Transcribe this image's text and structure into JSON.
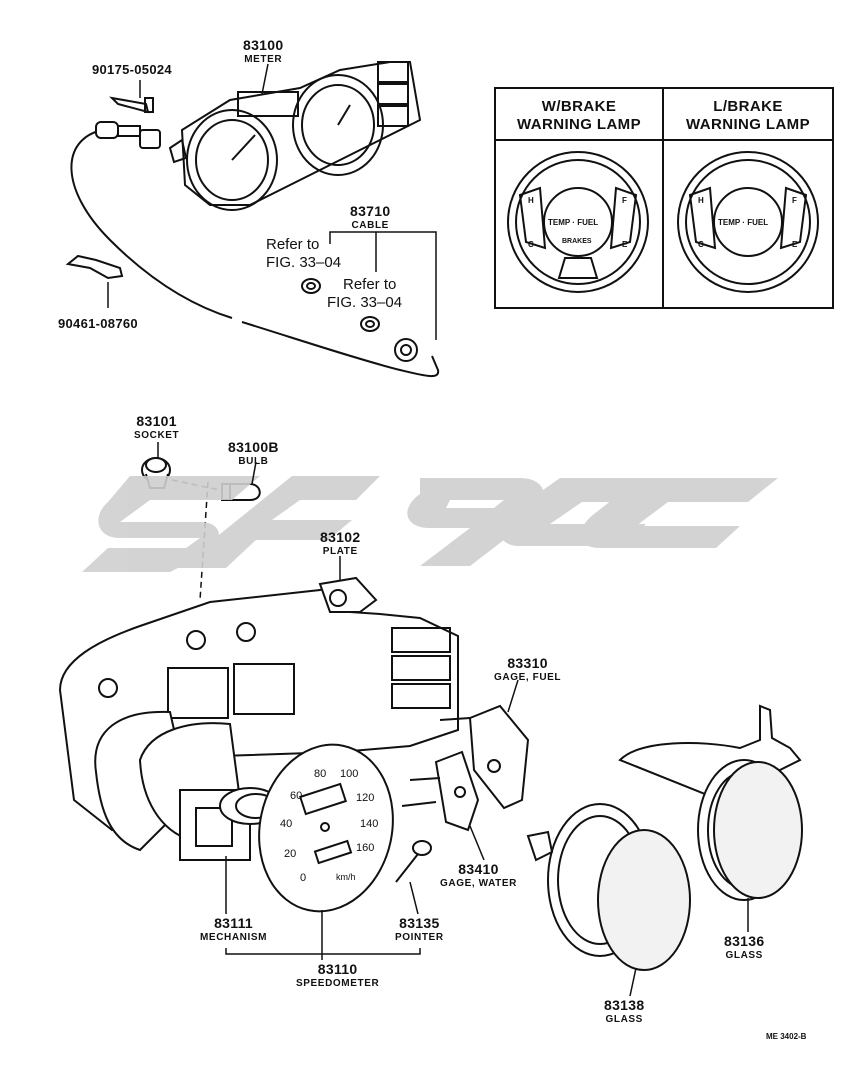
{
  "parts": {
    "meter": {
      "number": "83100",
      "name": "METER"
    },
    "bolt": {
      "number": "90175-05024"
    },
    "clamp": {
      "number": "90461-08760"
    },
    "cable": {
      "number": "83710",
      "name": "CABLE"
    },
    "socket": {
      "number": "83101",
      "name": "SOCKET"
    },
    "bulb": {
      "number": "83100B",
      "name": "BULB"
    },
    "plate": {
      "number": "83102",
      "name": "PLATE"
    },
    "gage_fuel": {
      "number": "83310",
      "name": "GAGE, FUEL"
    },
    "gage_water": {
      "number": "83410",
      "name": "GAGE, WATER"
    },
    "mechanism": {
      "number": "83111",
      "name": "MECHANISM"
    },
    "pointer": {
      "number": "83135",
      "name": "POINTER"
    },
    "speedometer": {
      "number": "83110",
      "name": "SPEEDOMETER"
    },
    "glass_right": {
      "number": "83136",
      "name": "GLASS"
    },
    "glass_left": {
      "number": "83138",
      "name": "GLASS"
    }
  },
  "refs": {
    "ref1_line1": "Refer to",
    "ref1_line2": "FIG. 33–04",
    "ref2_line1": "Refer to",
    "ref2_line2": "FIG. 33–04"
  },
  "variants": {
    "left_header_line1": "W/BRAKE",
    "left_header_line2": "WARNING LAMP",
    "right_header_line1": "L/BRAKE",
    "right_header_line2": "WARNING LAMP",
    "gauge_label": "TEMP · FUEL",
    "brakes_label": "BRAKES",
    "mark_f": "F",
    "mark_e": "E",
    "mark_h": "H",
    "mark_c": "C"
  },
  "speedo_dial": {
    "ticks": [
      "0",
      "20",
      "40",
      "60",
      "80",
      "100",
      "120",
      "140",
      "160"
    ],
    "unit": "km/h"
  },
  "doc_code": "ME 3402-B"
}
